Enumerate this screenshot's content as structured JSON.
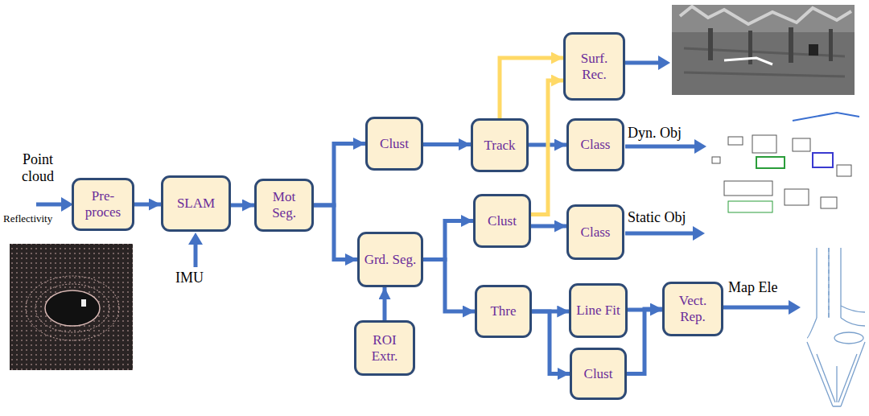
{
  "diagram": {
    "nodes": [
      {
        "text": [
          "Pre- proces"
        ]
      },
      {
        "text": [
          "SLAM"
        ]
      },
      {
        "text": [
          "Mot Seg."
        ]
      },
      {
        "text": [
          "Clust"
        ]
      },
      {
        "text": [
          "Track"
        ]
      },
      {
        "text": [
          "Surf. Rec."
        ]
      },
      {
        "text": [
          "Class"
        ]
      },
      {
        "text": [
          "Grd. Seg."
        ]
      },
      {
        "text": [
          "ROI Extr."
        ]
      },
      {
        "text": [
          "Clust"
        ]
      },
      {
        "text": [
          "Class"
        ]
      },
      {
        "text": [
          "Thre"
        ]
      },
      {
        "text": [
          "Line Fit"
        ]
      },
      {
        "text": [
          "Clust"
        ]
      },
      {
        "text": [
          "Vect. Rep."
        ]
      }
    ],
    "edges": [
      {
        "from": 0,
        "to": 1,
        "arrow": "to"
      },
      {
        "from": 1,
        "to": 2,
        "arrow": "to"
      },
      {
        "from": 2,
        "to": 3,
        "arrow": "to"
      },
      {
        "from": 2,
        "to": 7,
        "arrow": "to"
      },
      {
        "from": 3,
        "to": 4,
        "arrow": "to"
      },
      {
        "from": 4,
        "to": 6,
        "arrow": "to"
      },
      {
        "from": 4,
        "to": 5,
        "arrow": "to"
      },
      {
        "from": 9,
        "to": 5,
        "arrow": "to"
      },
      {
        "from": 8,
        "to": 7,
        "arrow": "to"
      },
      {
        "from": 7,
        "to": 9,
        "arrow": "to"
      },
      {
        "from": 7,
        "to": 11,
        "arrow": "to"
      },
      {
        "from": 9,
        "to": 10,
        "arrow": "to"
      },
      {
        "from": 11,
        "to": 12,
        "arrow": "to"
      },
      {
        "from": 11,
        "to": 13,
        "arrow": "to"
      },
      {
        "from": 12,
        "to": 14,
        "arrow": "to"
      },
      {
        "from": 13,
        "to": 14,
        "arrow": "to"
      }
    ],
    "labels": [
      "Point cloud",
      "Reflectivity",
      "IMU",
      "Dyn. Obj",
      "Static Obj",
      "Map Ele"
    ]
  }
}
